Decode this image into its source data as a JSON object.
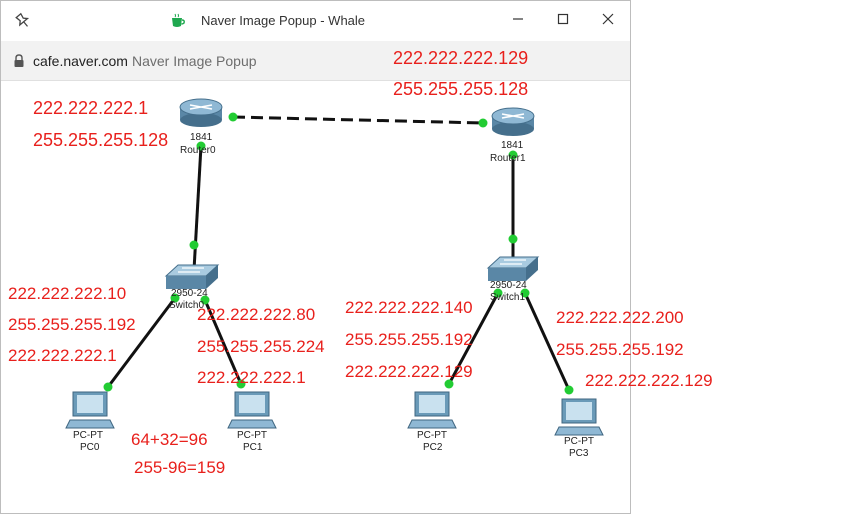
{
  "window": {
    "title": "Naver Image Popup - Whale",
    "domain": "cafe.naver.com",
    "page_title": "Naver Image Popup"
  },
  "icons": {
    "pin": "pin-icon",
    "app": "whale-cup-icon",
    "minimize": "minimize-icon",
    "maximize": "maximize-icon",
    "close": "close-icon",
    "lock": "lock-icon"
  },
  "colors": {
    "annotation": "#e8201c",
    "link_port": "#22cc33",
    "device": "#6a9ab8"
  },
  "devices": {
    "router0": {
      "model": "1841",
      "name": "Router0"
    },
    "router1": {
      "model": "1841",
      "name": "Router1"
    },
    "switch0": {
      "model": "2950-24",
      "name": "Switch0"
    },
    "switch1": {
      "model": "2950-24",
      "name": "Switch1"
    },
    "pc0": {
      "model": "PC-PT",
      "name": "PC0"
    },
    "pc1": {
      "model": "PC-PT",
      "name": "PC1"
    },
    "pc2": {
      "model": "PC-PT",
      "name": "PC2"
    },
    "pc3": {
      "model": "PC-PT",
      "name": "PC3"
    }
  },
  "annotations": {
    "router1_ip": "222.222.222.129",
    "router1_mask": "255.255.255.128",
    "router0_ip": "222.222.222.1",
    "router0_mask": "255.255.255.128",
    "pc0_ip": "222.222.222.10",
    "pc0_mask": "255.255.255.192",
    "pc0_gw": "222.222.222.1",
    "pc1_ip": "222.222.222.80",
    "pc1_mask": "255.255.255.224",
    "pc1_gw": "222.222.222.1",
    "calc1": "64+32=96",
    "calc2": "255-96=159",
    "pc2_ip": "222.222.222.140",
    "pc2_mask": "255.255.255.192",
    "pc2_gw": "222.222.222.129",
    "pc3_ip": "222.222.222.200",
    "pc3_mask": "255.255.255.192",
    "pc3_gw": "222.222.222.129"
  }
}
